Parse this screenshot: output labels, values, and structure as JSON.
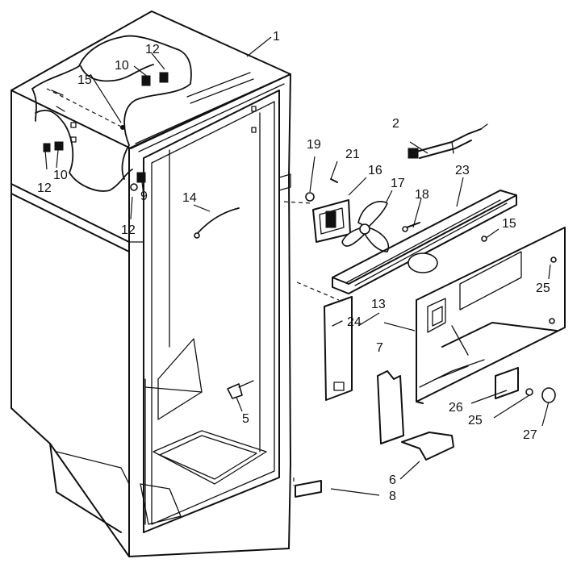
{
  "labels": {
    "l1": "1",
    "l2": "2",
    "l5": "5",
    "l6": "6",
    "l7": "7",
    "l8": "8",
    "l9": "9",
    "l10a": "10",
    "l10b": "10",
    "l12a": "12",
    "l12b": "12",
    "l12c": "12",
    "l13": "13",
    "l14": "14",
    "l15a": "15",
    "l15b": "15",
    "l16": "16",
    "l17": "17",
    "l18": "18",
    "l19": "19",
    "l21": "21",
    "l23": "23",
    "l24": "24",
    "l25a": "25",
    "l25b": "25",
    "l26": "26",
    "l27": "27"
  }
}
